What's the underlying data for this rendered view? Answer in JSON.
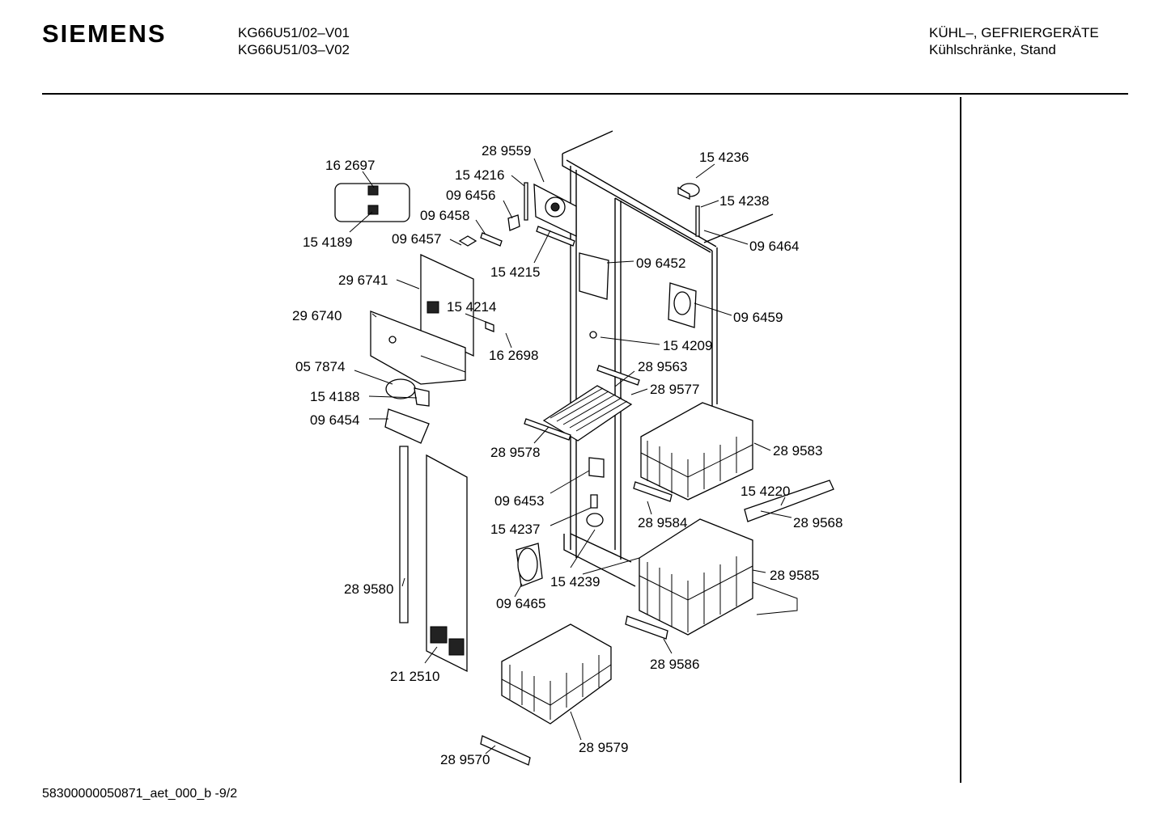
{
  "header": {
    "brand": "SIEMENS",
    "model_lines": [
      "KG66U51/02–V01",
      "KG66U51/03–V02"
    ],
    "category_lines": [
      "KÜHL–, GEFRIERGERÄTE",
      "Kühlschränke, Stand"
    ]
  },
  "footer": {
    "doc_id": "58300000050871_aet_000_b -9/2"
  },
  "callouts": [
    {
      "id": "c0",
      "label": "16 2697"
    },
    {
      "id": "c1",
      "label": "15 4189"
    },
    {
      "id": "c2",
      "label": "28 9559"
    },
    {
      "id": "c3",
      "label": "15 4216"
    },
    {
      "id": "c4",
      "label": "09 6456"
    },
    {
      "id": "c5",
      "label": "09 6458"
    },
    {
      "id": "c6",
      "label": "09 6457"
    },
    {
      "id": "c7",
      "label": "15 4215"
    },
    {
      "id": "c8",
      "label": "15 4236"
    },
    {
      "id": "c9",
      "label": "15 4238"
    },
    {
      "id": "c10",
      "label": "09 6464"
    },
    {
      "id": "c11",
      "label": "09 6452"
    },
    {
      "id": "c12",
      "label": "09 6459"
    },
    {
      "id": "c13",
      "label": "29 6741"
    },
    {
      "id": "c14",
      "label": "15 4214"
    },
    {
      "id": "c15",
      "label": "29 6740"
    },
    {
      "id": "c16",
      "label": "16 2698"
    },
    {
      "id": "c17",
      "label": "15 4209"
    },
    {
      "id": "c18",
      "label": "05 7874"
    },
    {
      "id": "c19",
      "label": "28 9563"
    },
    {
      "id": "c20",
      "label": "28 9577"
    },
    {
      "id": "c21",
      "label": "15 4188"
    },
    {
      "id": "c22",
      "label": "09 6454"
    },
    {
      "id": "c23",
      "label": "28 9578"
    },
    {
      "id": "c24",
      "label": "28 9583"
    },
    {
      "id": "c25",
      "label": "09 6453"
    },
    {
      "id": "c26",
      "label": "15 4220"
    },
    {
      "id": "c27",
      "label": "15 4237"
    },
    {
      "id": "c28",
      "label": "28 9584"
    },
    {
      "id": "c29",
      "label": "28 9568"
    },
    {
      "id": "c30",
      "label": "28 9580"
    },
    {
      "id": "c31",
      "label": "15 4239"
    },
    {
      "id": "c32",
      "label": "28 9585"
    },
    {
      "id": "c33",
      "label": "09 6465"
    },
    {
      "id": "c34",
      "label": "28 9586"
    },
    {
      "id": "c35",
      "label": "21 2510"
    },
    {
      "id": "c36",
      "label": "28 9579"
    },
    {
      "id": "c37",
      "label": "28 9570"
    }
  ]
}
